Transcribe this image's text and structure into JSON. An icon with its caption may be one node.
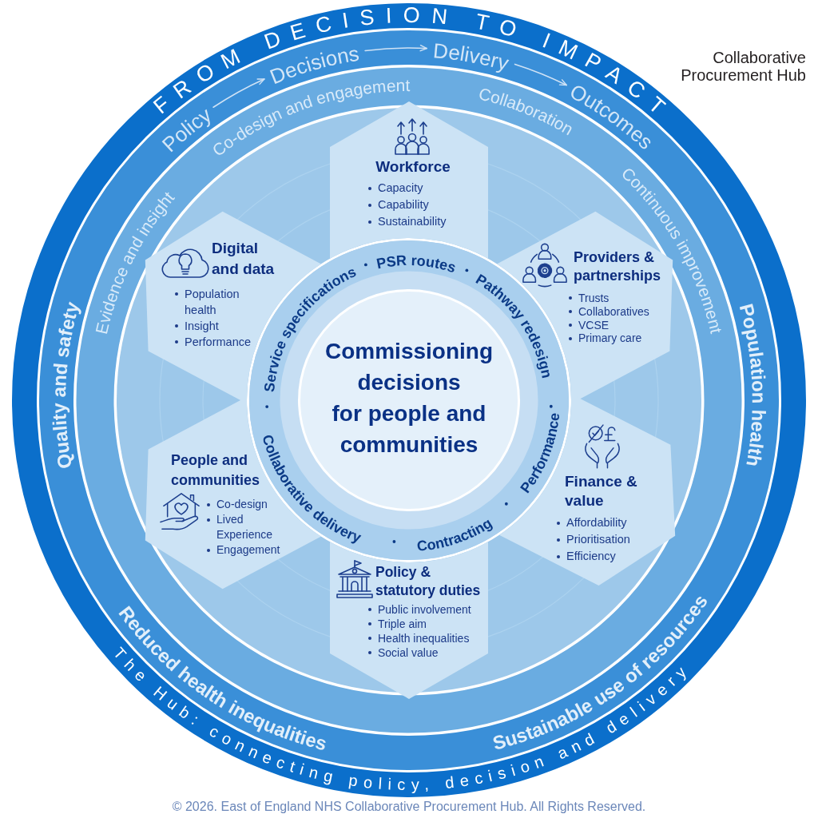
{
  "diagram": {
    "title": "FROM DECISION TO IMPACT",
    "caption": "© 2026. East of England NHS Collaborative Procurement Hub. All Rights Reserved.",
    "nodes": [
      {
        "text": [
          "Policy"
        ]
      },
      {
        "text": [
          "Decisions"
        ]
      },
      {
        "text": [
          "Delivery"
        ]
      },
      {
        "text": [
          "Outcomes"
        ]
      },
      {
        "text": [
          "Workforce",
          "Capacity",
          "Capability",
          "Sustainability"
        ]
      },
      {
        "text": [
          "Digital and data",
          "Population health",
          "Insight",
          "Performance"
        ]
      },
      {
        "text": [
          "Providers & partnerships",
          "Trusts",
          "Collaboratives",
          "VCSE",
          "Primary care"
        ]
      },
      {
        "text": [
          "Commissioning decisions for people and communities"
        ]
      },
      {
        "text": [
          "People and communities",
          "Co-design",
          "Lived Experience",
          "Engagement"
        ]
      },
      {
        "text": [
          "Finance & value",
          "Affordability",
          "Prioritisation",
          "Efficiency"
        ]
      },
      {
        "text": [
          "Policy & statutory duties",
          "Public involvement",
          "Triple aim",
          "Health inequalities",
          "Social value"
        ]
      }
    ],
    "edges": [
      {
        "from": 0,
        "to": 1,
        "arrow": "to"
      },
      {
        "from": 1,
        "to": 2,
        "arrow": "to"
      },
      {
        "from": 2,
        "to": 3,
        "arrow": "to"
      }
    ],
    "labels": [
      "Collaborative Procurement Hub",
      "Co-design and engagement",
      "Collaboration",
      "Evidence and insight",
      "Continuous improvement",
      "Service specifications",
      "PSR routes",
      "Pathway redesign",
      "Quality and safety",
      "Population health",
      "Performance",
      "Collaborative delivery",
      "Contracting",
      "Reduced health inequalities",
      "Sustainable use of resources",
      "The Hub: connecting policy, decision and delivery"
    ]
  }
}
